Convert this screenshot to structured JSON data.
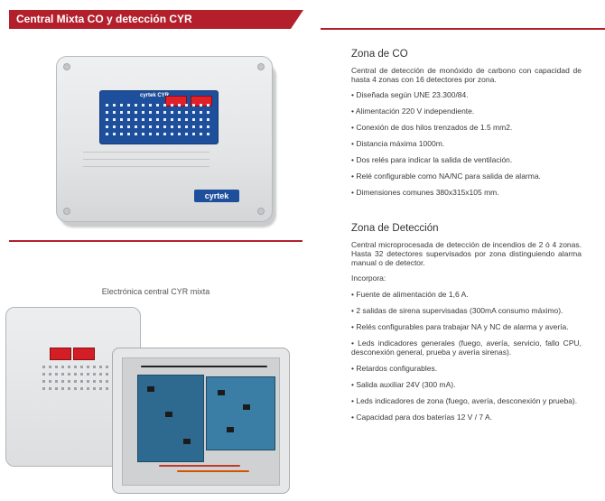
{
  "header": {
    "title": "Central Mixta CO y detección CYR"
  },
  "images": {
    "closed_panel": {
      "brand": "cyrtek",
      "face_logo": "cyrtek CYR"
    },
    "open_panel_caption": "Electrónica central CYR mixta"
  },
  "zona_co": {
    "title": "Zona de CO",
    "description": "Central de detección de monóxido de carbono con capacidad de hasta 4 zonas con 16 detectores por zona.",
    "features": [
      "Diseñada según UNE 23.300/84.",
      "Alimentación 220 V independiente.",
      "Conexión de dos hilos trenzados de 1.5 mm2.",
      "Distancia máxima 1000m.",
      "Dos relés para indicar la salida de ventilación.",
      "Relé configurable como NA/NC para salida de alarma.",
      "Dimensiones comunes 380x315x105 mm."
    ]
  },
  "zona_deteccion": {
    "title": "Zona de Detección",
    "description": "Central microprocesada de detección de incendios de 2 ó 4 zonas. Hasta 32 detectores supervisados por zona distinguiendo alarma manual o de detector.",
    "incorpora_label": "Incorpora:",
    "features": [
      "Fuente de alimentación de 1,6 A.",
      "2 salidas de sirena supervisadas (300mA consumo máximo).",
      "Relés configurables para trabajar NA y NC de alarma y avería.",
      "Leds indicadores generales (fuego, avería, servicio, fallo CPU, desconexión general, prueba y avería sirenas).",
      "Retardos configurables.",
      "Salida auxiliar 24V (300 mA).",
      "Leds indicadores de zona (fuego, avería, desconexión y prueba).",
      "Capacidad para dos baterías 12 V / 7 A."
    ]
  },
  "colors": {
    "accent": "#b3202c",
    "panel_blue": "#1e4f9c",
    "display_red": "#e0202a"
  }
}
